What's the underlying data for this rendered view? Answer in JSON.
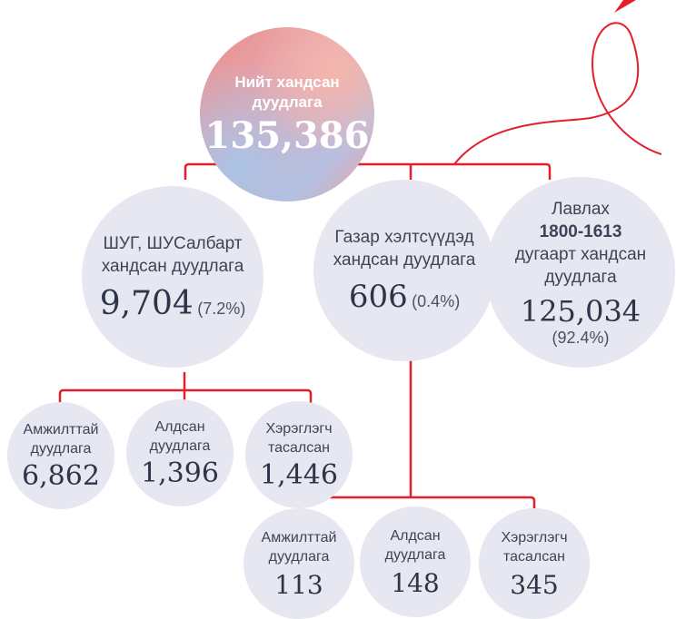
{
  "colors": {
    "line": "#e31f2b",
    "circle": "#e6e7f1",
    "text": "#3d4457"
  },
  "root": {
    "label": "Нийт хандсан дуудлага",
    "value": "135,386"
  },
  "level1": [
    {
      "label": "ШУГ, ШУСалбарт хандсан дуудлага",
      "value": "9,704",
      "percent": "(7.2%)"
    },
    {
      "label": "Газар хэлтсүүдэд хандсан дуудлага",
      "value": "606",
      "percent": "(0.4%)"
    },
    {
      "label_top": "Лавлах",
      "phone": "1800-1613",
      "label_bottom": "дугаарт хандсан дуудлага",
      "value": "125,034",
      "percent": "(92.4%)"
    }
  ],
  "branch_a": [
    {
      "label": "Амжилттай дуудлага",
      "value": "6,862"
    },
    {
      "label": "Алдсан дуудлага",
      "value": "1,396"
    },
    {
      "label": "Хэрэглэгч тасалсан",
      "value": "1,446"
    }
  ],
  "branch_b": [
    {
      "label": "Амжилттай дуудлага",
      "value": "113"
    },
    {
      "label": "Алдсан дуудлага",
      "value": "148"
    },
    {
      "label": "Хэрэглэгч тасалсан",
      "value": "345"
    }
  ]
}
